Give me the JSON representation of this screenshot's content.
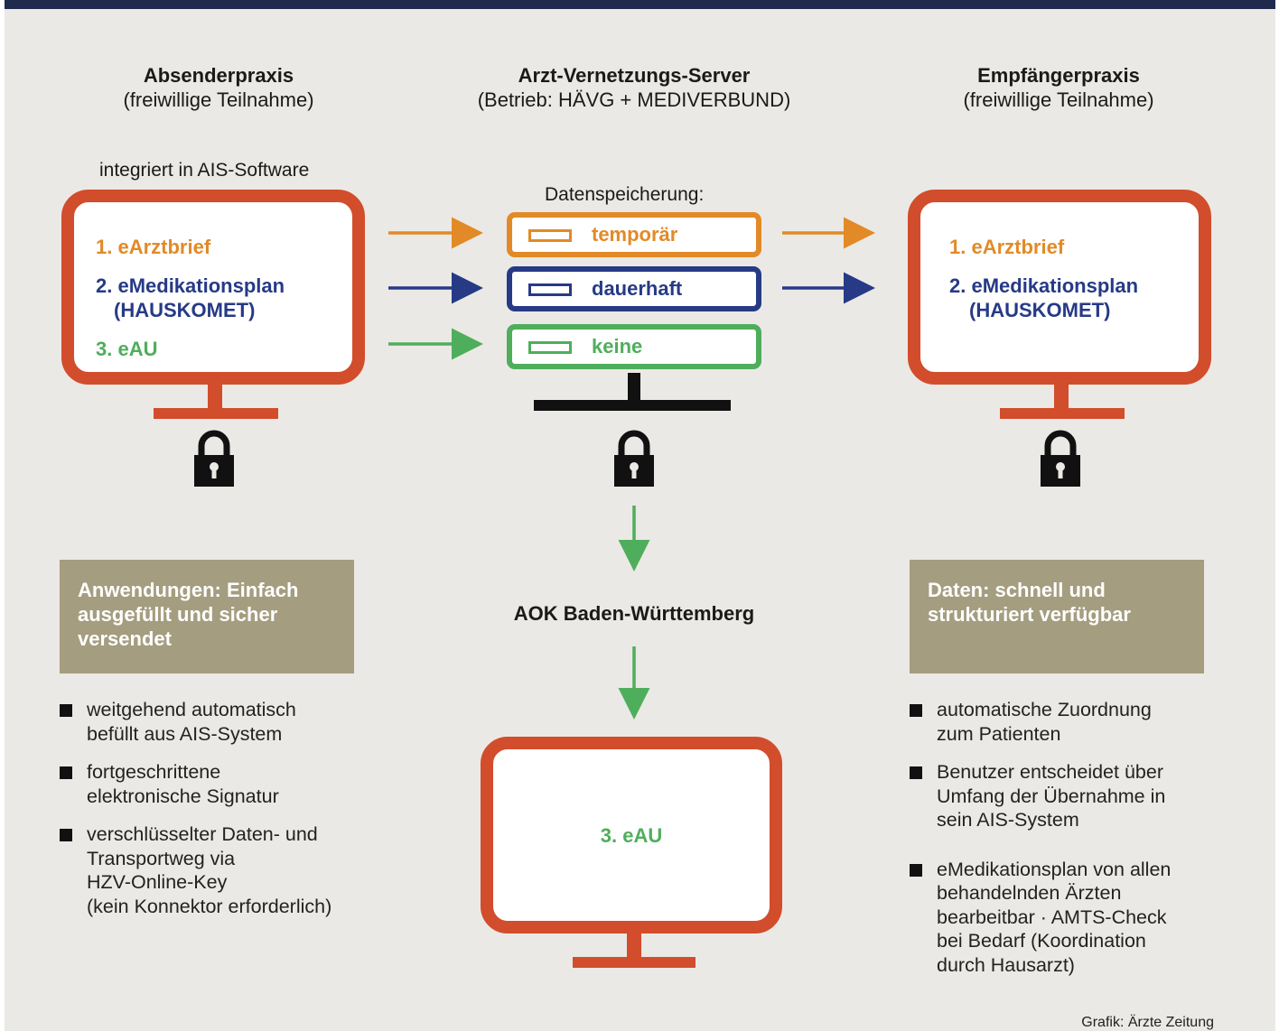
{
  "colors": {
    "header_bar": "#1f2a4d",
    "background": "#ebe9e5",
    "monitor": "#d24d2c",
    "orange": "#e28a27",
    "blue": "#263a86",
    "green": "#4fae5c",
    "panel": "#a49d7f"
  },
  "sender": {
    "title": "Absenderpraxis",
    "subtitle": "(freiwillige Teilnahme)",
    "note": "integriert in AIS-Software",
    "items": [
      "1. eArztbrief",
      "2. eMedikationsplan",
      "(HAUSKOMET)",
      "3. eAU"
    ],
    "panel": "Anwendungen: Einfach ausgefüllt und sicher versendet",
    "bullets": [
      [
        "weitgehend automatisch",
        "befüllt aus AIS-System"
      ],
      [
        "fortgeschrittene",
        "elektronische Signatur"
      ],
      [
        "verschlüsselter Daten- und",
        "Transportweg via",
        "HZV-Online-Key",
        "(kein Konnektor erforderlich)"
      ]
    ]
  },
  "server": {
    "title": "Arzt-Vernetzungs-Server",
    "subtitle": "(Betrieb: HÄVG + MEDIVERBUND)",
    "storage_label": "Datenspeicherung:",
    "storage": [
      "temporär",
      "dauerhaft",
      "keine"
    ],
    "aok": "AOK Baden-Württemberg",
    "aok_item": "3. eAU"
  },
  "receiver": {
    "title": "Empfängerpraxis",
    "subtitle": "(freiwillige Teilnahme)",
    "items": [
      "1. eArztbrief",
      "2. eMedikationsplan",
      "(HAUSKOMET)"
    ],
    "panel": "Daten: schnell und strukturiert verfügbar",
    "bullets": [
      [
        "automatische Zuordnung",
        "zum Patienten"
      ],
      [
        "Benutzer entscheidet über",
        "Umfang der Übernahme in",
        "sein AIS-System"
      ],
      [
        "eMedikationsplan von allen",
        "behandelnden Ärzten",
        "bearbeitbar · AMTS-Check",
        "bei Bedarf (Koordination",
        "durch Hausarzt)"
      ]
    ]
  },
  "credit": "Grafik: Ärzte Zeitung",
  "icons": {
    "lock": "padlock-icon",
    "arrow": "arrow-right-icon",
    "arrow_down": "arrow-down-icon",
    "bullet": "square-bullet"
  }
}
